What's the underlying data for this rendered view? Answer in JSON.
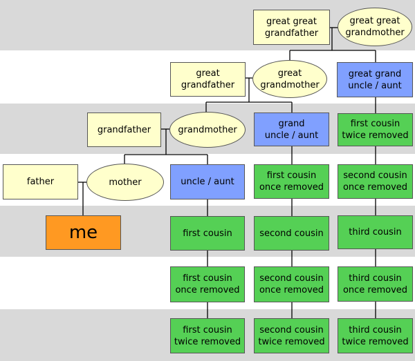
{
  "diagram": {
    "great_great_grandfather": "great great\ngrandfather",
    "great_great_grandmother": "great great\ngrandmother",
    "great_grandfather": "great\ngrandfather",
    "great_grandmother": "great\ngrandmother",
    "great_grand_uncle_aunt": "great grand\nuncle / aunt",
    "grandfather": "grandfather",
    "grandmother": "grandmother",
    "grand_uncle_aunt": "grand\nuncle / aunt",
    "first_cousin_twice_removed_top": "first cousin\ntwice removed",
    "father": "father",
    "mother": "mother",
    "uncle_aunt": "uncle / aunt",
    "first_cousin_once_removed_top": "first cousin\nonce removed",
    "second_cousin_once_removed_top": "second cousin\nonce removed",
    "me": "me",
    "first_cousin": "first cousin",
    "second_cousin": "second cousin",
    "third_cousin": "third cousin",
    "first_cousin_once_removed": "first cousin\nonce removed",
    "second_cousin_once_removed": "second cousin\nonce removed",
    "third_cousin_once_removed": "third cousin\nonce removed",
    "first_cousin_twice_removed": "first cousin\ntwice removed",
    "second_cousin_twice_removed": "second cousin\ntwice removed",
    "third_cousin_twice_removed": "third cousin\ntwice removed"
  },
  "colors": {
    "band": "#d9d9d9",
    "spouse_box": "#ffffcc",
    "uncle_box": "#80a0ff",
    "cousin_box": "#55d055",
    "me_box": "#ff9922"
  }
}
